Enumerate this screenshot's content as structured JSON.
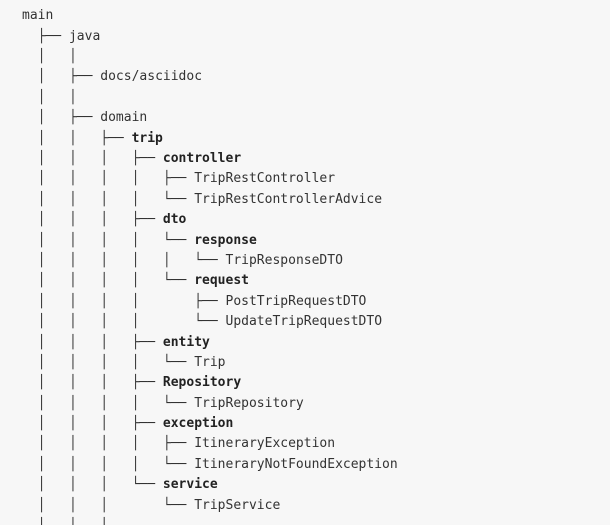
{
  "lines": [
    {
      "prefix": "",
      "name": "main",
      "bold": false
    },
    {
      "prefix": "  ├── ",
      "name": "java",
      "bold": false
    },
    {
      "prefix": "  │   │",
      "name": "",
      "bold": false
    },
    {
      "prefix": "  │   ├── ",
      "name": "docs/asciidoc",
      "bold": false
    },
    {
      "prefix": "  │   │",
      "name": "",
      "bold": false
    },
    {
      "prefix": "  │   ├── ",
      "name": "domain",
      "bold": false
    },
    {
      "prefix": "  │   │   ├── ",
      "name": "trip",
      "bold": true
    },
    {
      "prefix": "  │   │   │   ├── ",
      "name": "controller",
      "bold": true
    },
    {
      "prefix": "  │   │   │   │   ├── ",
      "name": "TripRestController",
      "bold": false
    },
    {
      "prefix": "  │   │   │   │   └── ",
      "name": "TripRestControllerAdvice",
      "bold": false
    },
    {
      "prefix": "  │   │   │   ├── ",
      "name": "dto",
      "bold": true
    },
    {
      "prefix": "  │   │   │   │   └── ",
      "name": "response",
      "bold": true
    },
    {
      "prefix": "  │   │   │   │   │   └── ",
      "name": "TripResponseDTO",
      "bold": false
    },
    {
      "prefix": "  │   │   │   │   └── ",
      "name": "request",
      "bold": true
    },
    {
      "prefix": "  │   │   │   │       ├── ",
      "name": "PostTripRequestDTO",
      "bold": false
    },
    {
      "prefix": "  │   │   │   │       └── ",
      "name": "UpdateTripRequestDTO",
      "bold": false
    },
    {
      "prefix": "  │   │   │   ├── ",
      "name": "entity",
      "bold": true
    },
    {
      "prefix": "  │   │   │   │   └── ",
      "name": "Trip",
      "bold": false
    },
    {
      "prefix": "  │   │   │   ├── ",
      "name": "Repository",
      "bold": true
    },
    {
      "prefix": "  │   │   │   │   └── ",
      "name": "TripRepository",
      "bold": false
    },
    {
      "prefix": "  │   │   │   ├── ",
      "name": "exception",
      "bold": true
    },
    {
      "prefix": "  │   │   │   │   ├── ",
      "name": "ItineraryException",
      "bold": false
    },
    {
      "prefix": "  │   │   │   │   └── ",
      "name": "ItineraryNotFoundException",
      "bold": false
    },
    {
      "prefix": "  │   │   │   └── ",
      "name": "service",
      "bold": true
    },
    {
      "prefix": "  │   │   │       └── ",
      "name": "TripService",
      "bold": false
    },
    {
      "prefix": "  │   │   │",
      "name": "",
      "bold": false
    }
  ]
}
